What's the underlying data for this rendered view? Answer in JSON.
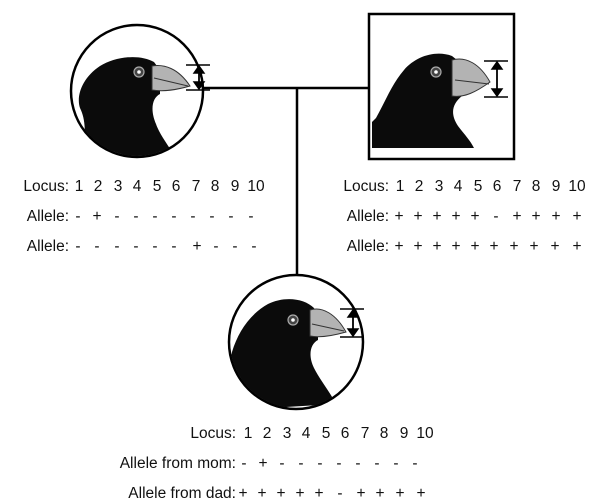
{
  "icons": {
    "mom": "finch-small-beak-icon",
    "dad": "finch-large-beak-icon",
    "child": "finch-child-beak-icon",
    "beak_depth": "double-arrow-icon"
  },
  "colors": {
    "bird": "#0b0b0b",
    "beak": "#b3b3b3",
    "line": "#000000"
  },
  "mom": {
    "locus_label": "Locus:",
    "loci": [
      "1",
      "2",
      "3",
      "4",
      "5",
      "6",
      "7",
      "8",
      "9",
      "10"
    ],
    "allele_label_1": "Allele:",
    "allele_row_1": [
      "-",
      "+",
      "-",
      "-",
      "-",
      "-",
      "-",
      "-",
      "-",
      "-"
    ],
    "allele_label_2": "Allele:",
    "allele_row_2": [
      "-",
      "-",
      "-",
      "-",
      "-",
      "-",
      "+",
      "-",
      "-",
      "-"
    ]
  },
  "dad": {
    "locus_label": "Locus:",
    "loci": [
      "1",
      "2",
      "3",
      "4",
      "5",
      "6",
      "7",
      "8",
      "9",
      "10"
    ],
    "allele_label_1": "Allele:",
    "allele_row_1": [
      "+",
      "+",
      "+",
      "+",
      "+",
      "-",
      "+",
      "+",
      "+",
      "+"
    ],
    "allele_label_2": "Allele:",
    "allele_row_2": [
      "+",
      "+",
      "+",
      "+",
      "+",
      "+",
      "+",
      "+",
      "+",
      "+"
    ]
  },
  "child": {
    "locus_label": "Locus:",
    "loci": [
      "1",
      "2",
      "3",
      "4",
      "5",
      "6",
      "7",
      "8",
      "9",
      "10"
    ],
    "allele_label_1": "Allele from mom:",
    "allele_row_1": [
      "-",
      "+",
      "-",
      "-",
      "-",
      "-",
      "-",
      "-",
      "-",
      "-"
    ],
    "allele_label_2": "Allele from dad:",
    "allele_row_2": [
      "+",
      "+",
      "+",
      "+",
      "+",
      "-",
      "+",
      "+",
      "+",
      "+"
    ]
  }
}
